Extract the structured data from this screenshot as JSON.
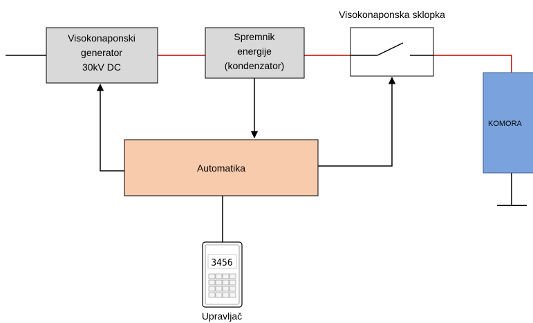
{
  "blocks": {
    "generator": {
      "lines": [
        "Visokonaponski",
        "generator",
        "30kV DC"
      ]
    },
    "storage": {
      "lines": [
        "Spremnik",
        "energije",
        "(kondenzator)"
      ]
    },
    "switch": {
      "label": "Visokonaponska sklopka"
    },
    "chamber": {
      "label": "KOMORA"
    },
    "automation": {
      "label": "Automatika"
    },
    "controller": {
      "label": "Upravljač",
      "display": "3456"
    }
  },
  "colors": {
    "gray_block": "#d9d9d9",
    "automation_fill": "#f8cbad",
    "chamber_fill": "#7aa3de",
    "hv_line": "#c00000",
    "signal_line": "#000000"
  }
}
